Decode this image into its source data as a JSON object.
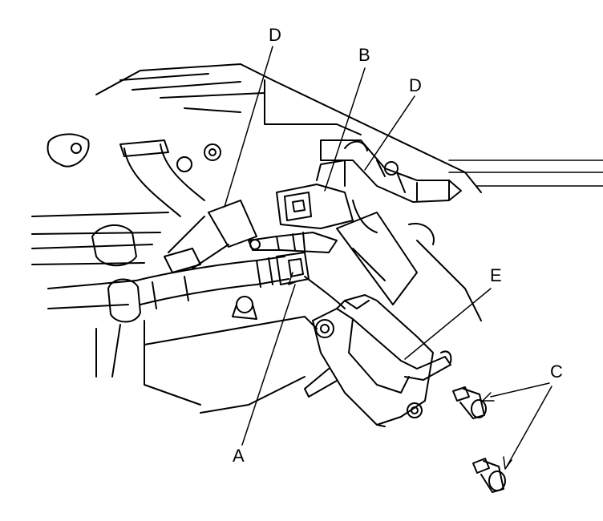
{
  "callouts": {
    "d_upper_left": "D",
    "b": "B",
    "d_upper_right": "D",
    "e": "E",
    "c": "C",
    "a": "A"
  },
  "colors": {
    "line": "#000000",
    "background": "#ffffff"
  }
}
